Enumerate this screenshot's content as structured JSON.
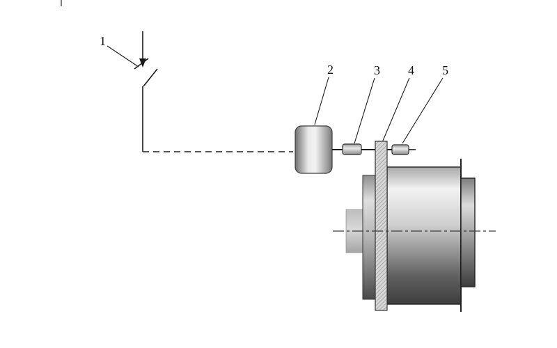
{
  "diagram": {
    "labels": {
      "l1": "1",
      "l2": "2",
      "l3": "3",
      "l4": "4",
      "l5": "5"
    },
    "colors": {
      "ink": "#1a1a1a",
      "metal_light": "#f2f2f2",
      "metal_mid": "#bdbdbd",
      "metal_dark": "#474747",
      "background": "#ffffff"
    }
  }
}
